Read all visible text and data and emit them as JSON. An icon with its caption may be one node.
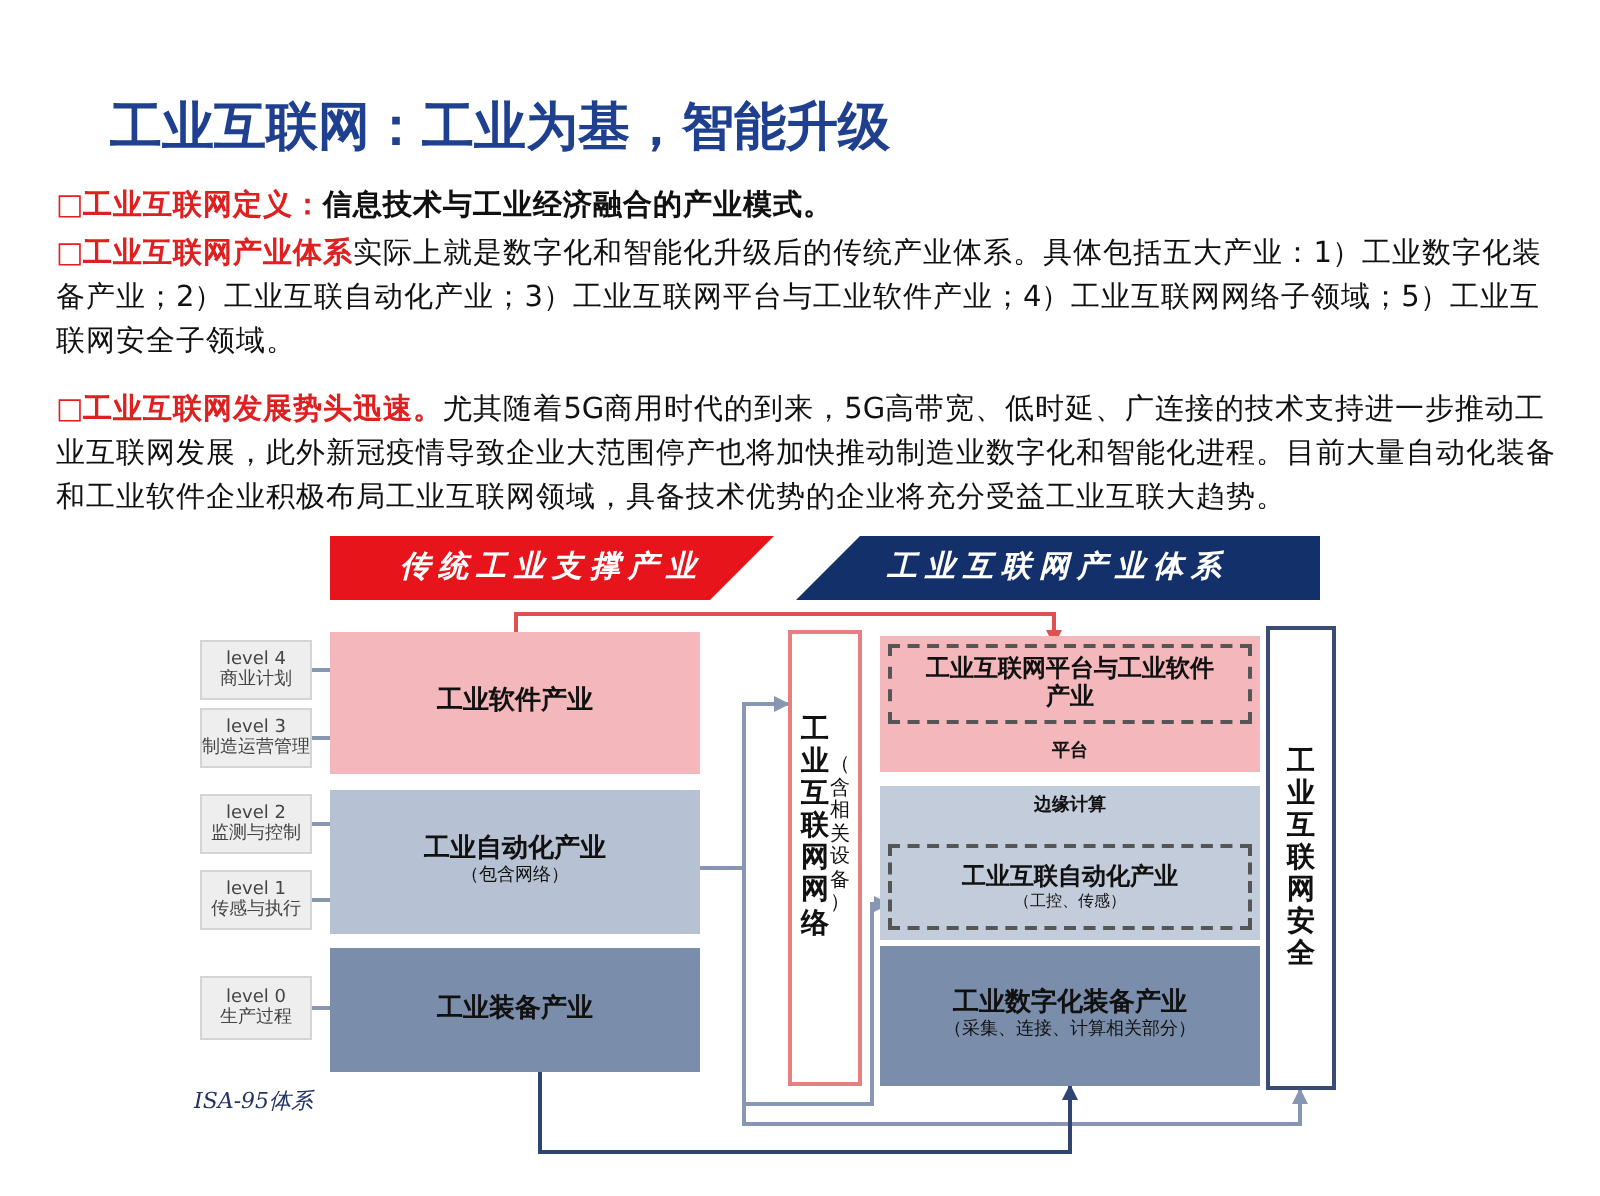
{
  "diagram": {
    "title": "工业互联网：工业为基，智能升级",
    "nodes": [
      {
        "text": [
          "传统工业支撑产业"
        ]
      },
      {
        "text": [
          "工业互联网产业体系"
        ]
      },
      {
        "text": [
          "level 4",
          "商业计划"
        ]
      },
      {
        "text": [
          "level 3",
          "制造运营管理"
        ]
      },
      {
        "text": [
          "level 2",
          "监测与控制"
        ]
      },
      {
        "text": [
          "level 1",
          "传感与执行"
        ]
      },
      {
        "text": [
          "level 0",
          "生产过程"
        ]
      },
      {
        "text": [
          "工业软件产业"
        ]
      },
      {
        "text": [
          "工业自动化产业",
          "（包含网络）"
        ]
      },
      {
        "text": [
          "工业装备产业"
        ]
      },
      {
        "text": [
          "工业互联网网络",
          "（含相关设备）"
        ]
      },
      {
        "text": [
          "平台"
        ]
      },
      {
        "text": [
          "工业互联网平台与工业软件产业"
        ],
        "in": 11
      },
      {
        "text": [
          "边缘计算"
        ]
      },
      {
        "text": [
          "工业互联自动化产业",
          "（工控、传感）"
        ],
        "in": 13
      },
      {
        "text": [
          "工业数字化装备产业",
          "（采集、连接、计算相关部分）"
        ]
      },
      {
        "text": [
          "工业互联网安全"
        ]
      }
    ],
    "edges": [
      {
        "from": 7,
        "to": 12,
        "arrow": "to",
        "color": "#e05050"
      },
      {
        "from": 8,
        "to": 10,
        "arrow": "to"
      },
      {
        "from": 8,
        "to": 14,
        "arrow": "to"
      },
      {
        "from": 8,
        "to": 16,
        "arrow": "to"
      },
      {
        "from": 9,
        "to": 15,
        "arrow": "to",
        "color": "#2f4470"
      },
      {
        "from": 2,
        "to": 7,
        "arrow": "none"
      },
      {
        "from": 3,
        "to": 7,
        "arrow": "none"
      },
      {
        "from": 4,
        "to": 8,
        "arrow": "none"
      },
      {
        "from": 5,
        "to": 8,
        "arrow": "none"
      },
      {
        "from": 6,
        "to": 9,
        "arrow": "none"
      }
    ],
    "labels": [
      "**□工业互联网定义：**信息技术与工业经济融合的产业模式。",
      "**□工业互联网产业体系**实际上就是数字化和智能化升级后的传统产业体系。具体包括五大产业：1）工业数字化装备产业；2）工业互联自动化产业；3）工业互联网平台与工业软件产业；4）工业互联网网络子领域；5）工业互联网安全子领域。",
      "**□工业互联网发展势头迅速。**尤其随着5G商用时代的到来，5G高带宽、低时延、广连接的技术支持进一步推动工业互联网发展，此外新冠疫情导致企业大范围停产也将加快推动制造业数字化和智能化进程。目前大量自动化装备和工业软件企业积极布局工业互联网领域，具备技术优势的企业将充分受益工业互联大趋势。",
      "ISA-95体系"
    ]
  }
}
